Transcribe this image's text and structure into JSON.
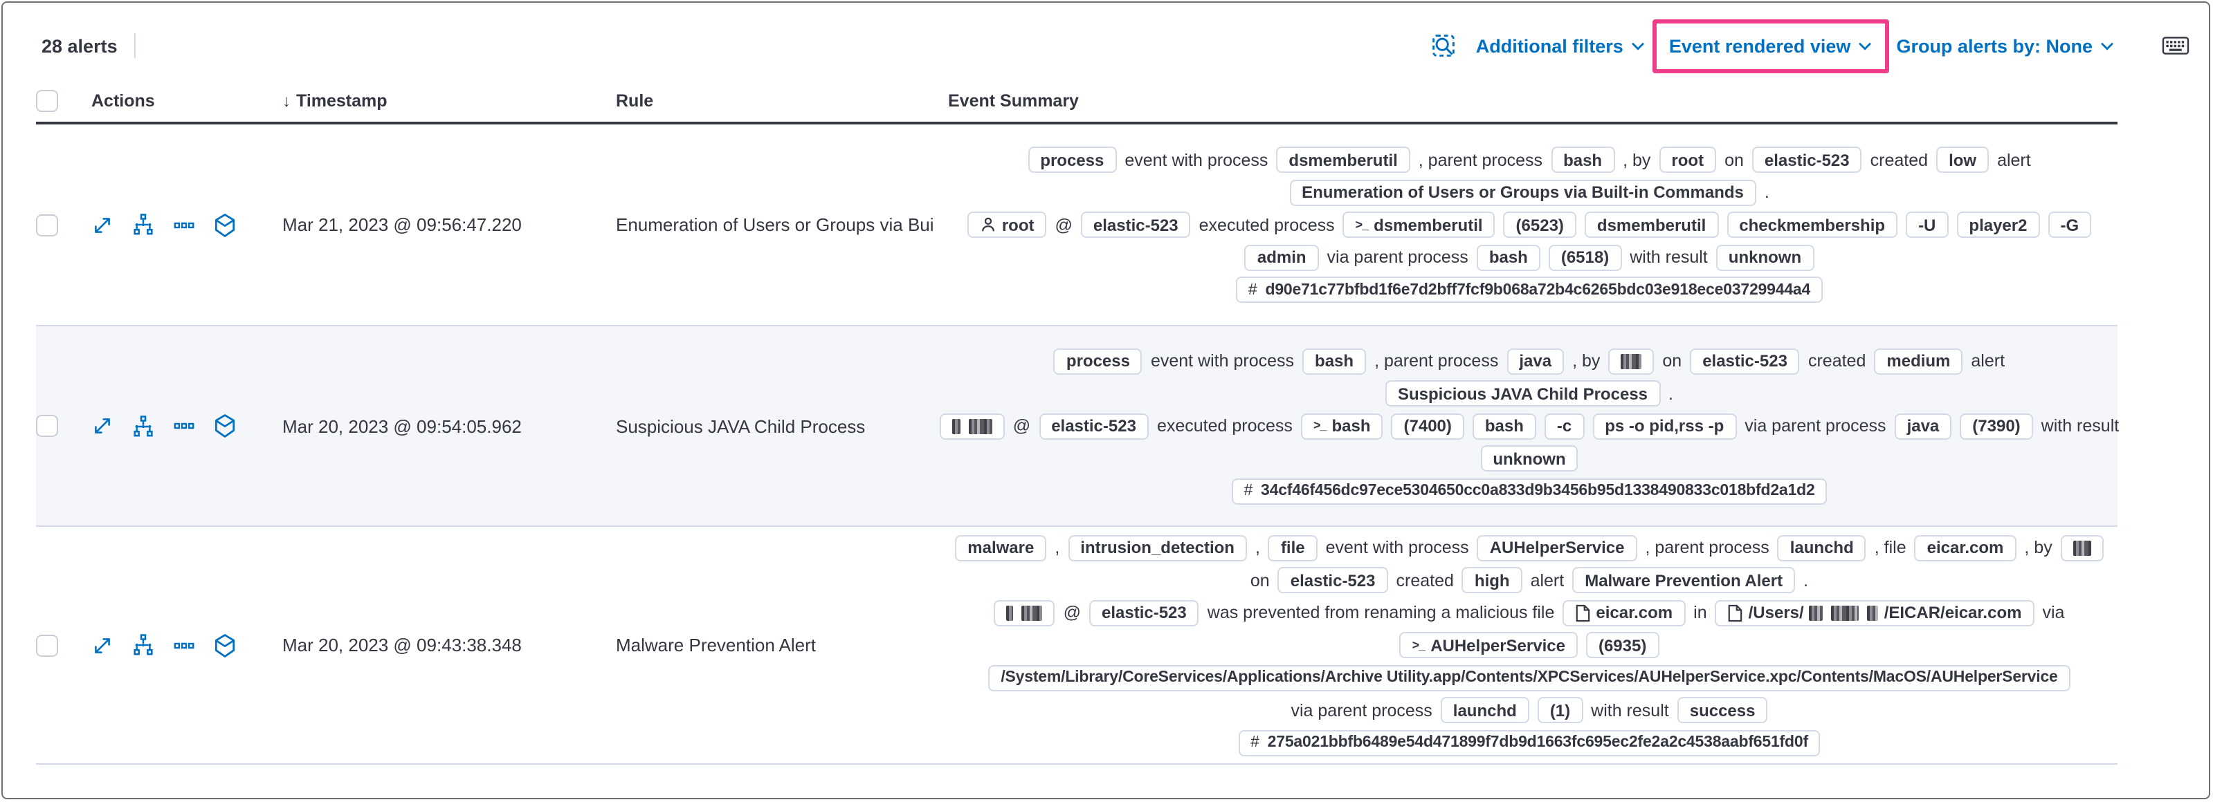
{
  "colors": {
    "accent": "#0071c2",
    "text": "#343741",
    "pill_border": "#d3dae6",
    "alt_row_bg": "#f4f6fa",
    "highlight_pink": "#ee3d8a",
    "header_border": "#343741",
    "divider": "#d3dae6"
  },
  "toolbar": {
    "alert_count": "28 alerts",
    "inspect_icon": "inspect-icon",
    "additional_filters_label": "Additional filters",
    "view_selector_label": "Event rendered view",
    "group_by_label": "Group alerts by: None",
    "keyboard_icon": "keyboard-shortcuts-icon"
  },
  "table": {
    "headers": {
      "actions": "Actions",
      "timestamp": "Timestamp",
      "rule": "Rule",
      "summary": "Event Summary"
    },
    "sort_arrow": "↓",
    "action_icons": [
      "expand-alert",
      "open-event-analyzer",
      "more-actions",
      "open-session-view"
    ],
    "rows": [
      {
        "timestamp": "Mar 21, 2023 @ 09:56:47.220",
        "rule": "Enumeration of Users or Groups via Bui",
        "shaded": false,
        "summary_lines": [
          [
            {
              "pill": "process"
            },
            {
              "text": "event with process"
            },
            {
              "pill": "dsmemberutil"
            },
            {
              "text": ", parent process"
            },
            {
              "pill": "bash"
            },
            {
              "text": ", by"
            },
            {
              "pill": "root"
            },
            {
              "text": "on"
            },
            {
              "pill": "elastic-523"
            },
            {
              "text": "created"
            },
            {
              "pill": "low"
            },
            {
              "text": "alert"
            }
          ],
          [
            {
              "pill": "Enumeration of Users or Groups via Built-in Commands"
            },
            {
              "text": "."
            }
          ],
          [
            {
              "pill": "root",
              "icon": "user"
            },
            {
              "text": "@"
            },
            {
              "pill": "elastic-523"
            },
            {
              "text": "executed process"
            },
            {
              "pill": "dsmemberutil",
              "icon": "terminal"
            },
            {
              "pill": "(6523)"
            },
            {
              "pill": "dsmemberutil"
            },
            {
              "pill": "checkmembership"
            },
            {
              "pill": "-U"
            },
            {
              "pill": "player2"
            },
            {
              "pill": "-G"
            }
          ],
          [
            {
              "pill": "admin"
            },
            {
              "text": "via parent process"
            },
            {
              "pill": "bash"
            },
            {
              "pill": "(6518)"
            },
            {
              "text": "with result"
            },
            {
              "pill": "unknown"
            }
          ],
          [
            {
              "pill": "d90e71c77bfbd1f6e7d2bff7fcf9b068a72b4c6265bdc03e918ece03729944a4",
              "icon": "hash",
              "small": true
            }
          ]
        ]
      },
      {
        "timestamp": "Mar 20, 2023 @ 09:54:05.962",
        "rule": "Suspicious JAVA Child Process",
        "shaded": true,
        "summary_lines": [
          [
            {
              "pill": "process"
            },
            {
              "text": "event with process"
            },
            {
              "pill": "bash"
            },
            {
              "text": ", parent process"
            },
            {
              "pill": "java"
            },
            {
              "text": ", by"
            },
            {
              "pill": "",
              "redact": [
                15
              ]
            },
            {
              "text": "on"
            },
            {
              "pill": "elastic-523"
            },
            {
              "text": "created"
            },
            {
              "pill": "medium"
            },
            {
              "text": "alert"
            }
          ],
          [
            {
              "pill": "Suspicious JAVA Child Process"
            },
            {
              "text": "."
            }
          ],
          [
            {
              "pill": "",
              "redact": [
                6,
                17
              ]
            },
            {
              "text": "@"
            },
            {
              "pill": "elastic-523"
            },
            {
              "text": "executed process"
            },
            {
              "pill": "bash",
              "icon": "terminal"
            },
            {
              "pill": "(7400)"
            },
            {
              "pill": "bash"
            },
            {
              "pill": "-c"
            },
            {
              "pill": "ps -o pid,rss -p"
            },
            {
              "text": "via parent process"
            },
            {
              "pill": "java"
            },
            {
              "pill": "(7390)"
            },
            {
              "text": "with result"
            }
          ],
          [
            {
              "pill": "unknown"
            }
          ],
          [
            {
              "pill": "34cf46f456dc97ece5304650cc0a833d9b3456b95d1338490833c018bfd2a1d2",
              "icon": "hash",
              "small": true
            }
          ]
        ]
      },
      {
        "timestamp": "Mar 20, 2023 @ 09:43:38.348",
        "rule": "Malware Prevention Alert",
        "shaded": false,
        "summary_lines": [
          [
            {
              "pill": "malware"
            },
            {
              "text": ","
            },
            {
              "pill": "intrusion_detection"
            },
            {
              "text": ","
            },
            {
              "pill": "file"
            },
            {
              "text": "event with process"
            },
            {
              "pill": "AUHelperService"
            },
            {
              "text": ", parent process"
            },
            {
              "pill": "launchd"
            },
            {
              "text": ", file"
            },
            {
              "pill": "eicar.com"
            },
            {
              "text": ", by"
            },
            {
              "pill": "",
              "redact": [
                13
              ]
            }
          ],
          [
            {
              "text": "on"
            },
            {
              "pill": "elastic-523"
            },
            {
              "text": "created"
            },
            {
              "pill": "high"
            },
            {
              "text": "alert"
            },
            {
              "pill": "Malware Prevention Alert"
            },
            {
              "text": "."
            }
          ],
          [
            {
              "pill": "",
              "redact": [
                5,
                15
              ]
            },
            {
              "text": "@"
            },
            {
              "pill": "elastic-523"
            },
            {
              "text": "was prevented from renaming a malicious file"
            },
            {
              "pill": "eicar.com",
              "icon": "file"
            },
            {
              "text": "in"
            },
            {
              "pill": "",
              "icon": "file",
              "parts": [
                {
                  "text": "/Users/"
                },
                {
                  "redact": [
                    10,
                    20,
                    8
                  ]
                },
                {
                  "text": "/EICAR/eicar.com"
                }
              ]
            },
            {
              "text": "via"
            }
          ],
          [
            {
              "pill": "AUHelperService",
              "icon": "terminal"
            },
            {
              "pill": "(6935)"
            }
          ],
          [
            {
              "pill": "/System/Library/CoreServices/Applications/Archive Utility.app/Contents/XPCServices/AUHelperService.xpc/Contents/MacOS/AUHelperService",
              "small": true
            }
          ],
          [
            {
              "text": "via parent process"
            },
            {
              "pill": "launchd"
            },
            {
              "pill": "(1)"
            },
            {
              "text": "with result"
            },
            {
              "pill": "success"
            }
          ],
          [
            {
              "pill": "275a021bbfb6489e54d471899f7db9d1663fc695ec2fe2a2c4538aabf651fd0f",
              "icon": "hash",
              "small": true
            }
          ]
        ]
      }
    ]
  }
}
